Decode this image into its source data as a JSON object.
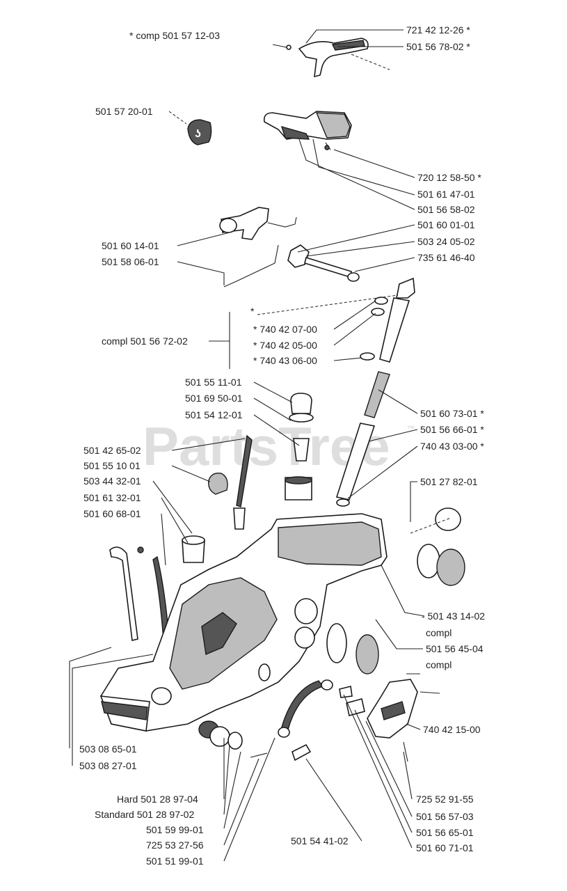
{
  "watermark": "PartsTree",
  "watermark_tm": "™",
  "labels": {
    "comp_501_57_12_03": "* comp 501 57 12-03",
    "p_721_42_12_26": "721 42 12-26 *",
    "p_501_56_78_02": "501 56 78-02 *",
    "p_501_57_20_01": "501 57 20-01",
    "p_720_12_58_50": "720 12 58-50 *",
    "p_501_61_47_01": "501 61 47-01",
    "p_501_56_58_02": "501 56 58-02",
    "p_501_60_01_01": "501 60 01-01",
    "p_501_60_14_01": "501 60 14-01",
    "p_503_24_05_02": "503 24 05-02",
    "p_501_58_06_01": "501 58 06-01",
    "p_735_61_46_40": "735 61 46-40",
    "star_alone": "*",
    "p_740_42_07_00": "* 740 42 07-00",
    "compl_501_56_72_02": "compl 501 56 72-02",
    "p_740_42_05_00": "* 740 42 05-00",
    "p_740_43_06_00": "* 740 43 06-00",
    "p_501_55_11_01": "501 55 11-01",
    "p_501_69_50_01": "501 69 50-01",
    "p_501_54_12_01": "501 54 12-01",
    "p_501_60_73_01": "501 60 73-01 *",
    "p_501_56_66_01": "501 56 66-01 *",
    "p_740_43_03_00": "740 43 03-00 *",
    "p_501_42_65_02": "501 42 65-02",
    "p_501_55_10_01": "501 55 10 01",
    "p_503_44_32_01": "503 44 32-01",
    "p_501_61_32_01": "501 61 32-01",
    "p_501_60_68_01": "501 60 68-01",
    "p_501_27_82_01": "501 27 82-01",
    "p_501_43_14_02": "- 501 43 14-02",
    "compl_a": "compl",
    "p_501_56_45_04": "501 56 45-04",
    "compl_b": "compl",
    "p_740_42_15_00": "740 42 15-00",
    "p_503_08_65_01": "503 08 65-01",
    "p_503_08_27_01": "503 08 27-01",
    "p_hard": "Hard 501 28 97-04",
    "p_standard": "Standard 501 28 97-02",
    "p_501_59_99_01": "501 59 99-01",
    "p_725_53_27_56": "725 53 27-56",
    "p_501_51_99_01": "501 51 99-01",
    "p_501_54_41_02": "501 54 41-02",
    "p_725_52_91_55": "725 52 91-55",
    "p_501_56_57_03": "501 56 57-03",
    "p_501_56_65_01": "501 56 65-01",
    "p_501_60_71_01": "501 60 71-01"
  }
}
